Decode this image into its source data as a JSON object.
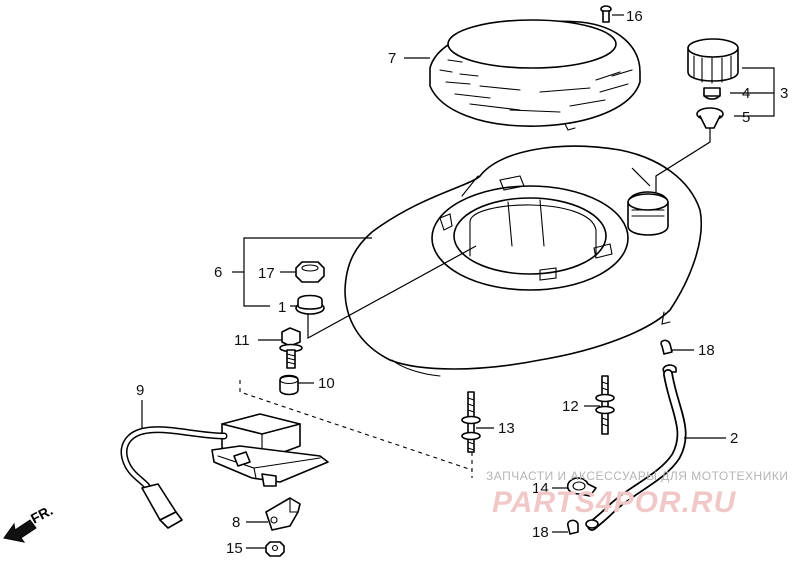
{
  "callouts": {
    "c1": "1",
    "c2": "2",
    "c3": "3",
    "c4": "4",
    "c5": "5",
    "c6": "6",
    "c7": "7",
    "c8": "8",
    "c9": "9",
    "c10": "10",
    "c11": "11",
    "c12": "12",
    "c13": "13",
    "c14": "14",
    "c15": "15",
    "c16": "16",
    "c17": "17",
    "c18a": "18",
    "c18b": "18"
  },
  "direction_marker": {
    "label": "FR."
  },
  "watermark": {
    "caption": "ЗАПЧАСТИ И АКСЕССУАРЫ ДЛЯ МОТОТЕХНИКИ",
    "site": "PARTS4POR.RU"
  },
  "colors": {
    "line": "#000000",
    "background": "#ffffff",
    "watermark_text": "#f1c8c8"
  }
}
